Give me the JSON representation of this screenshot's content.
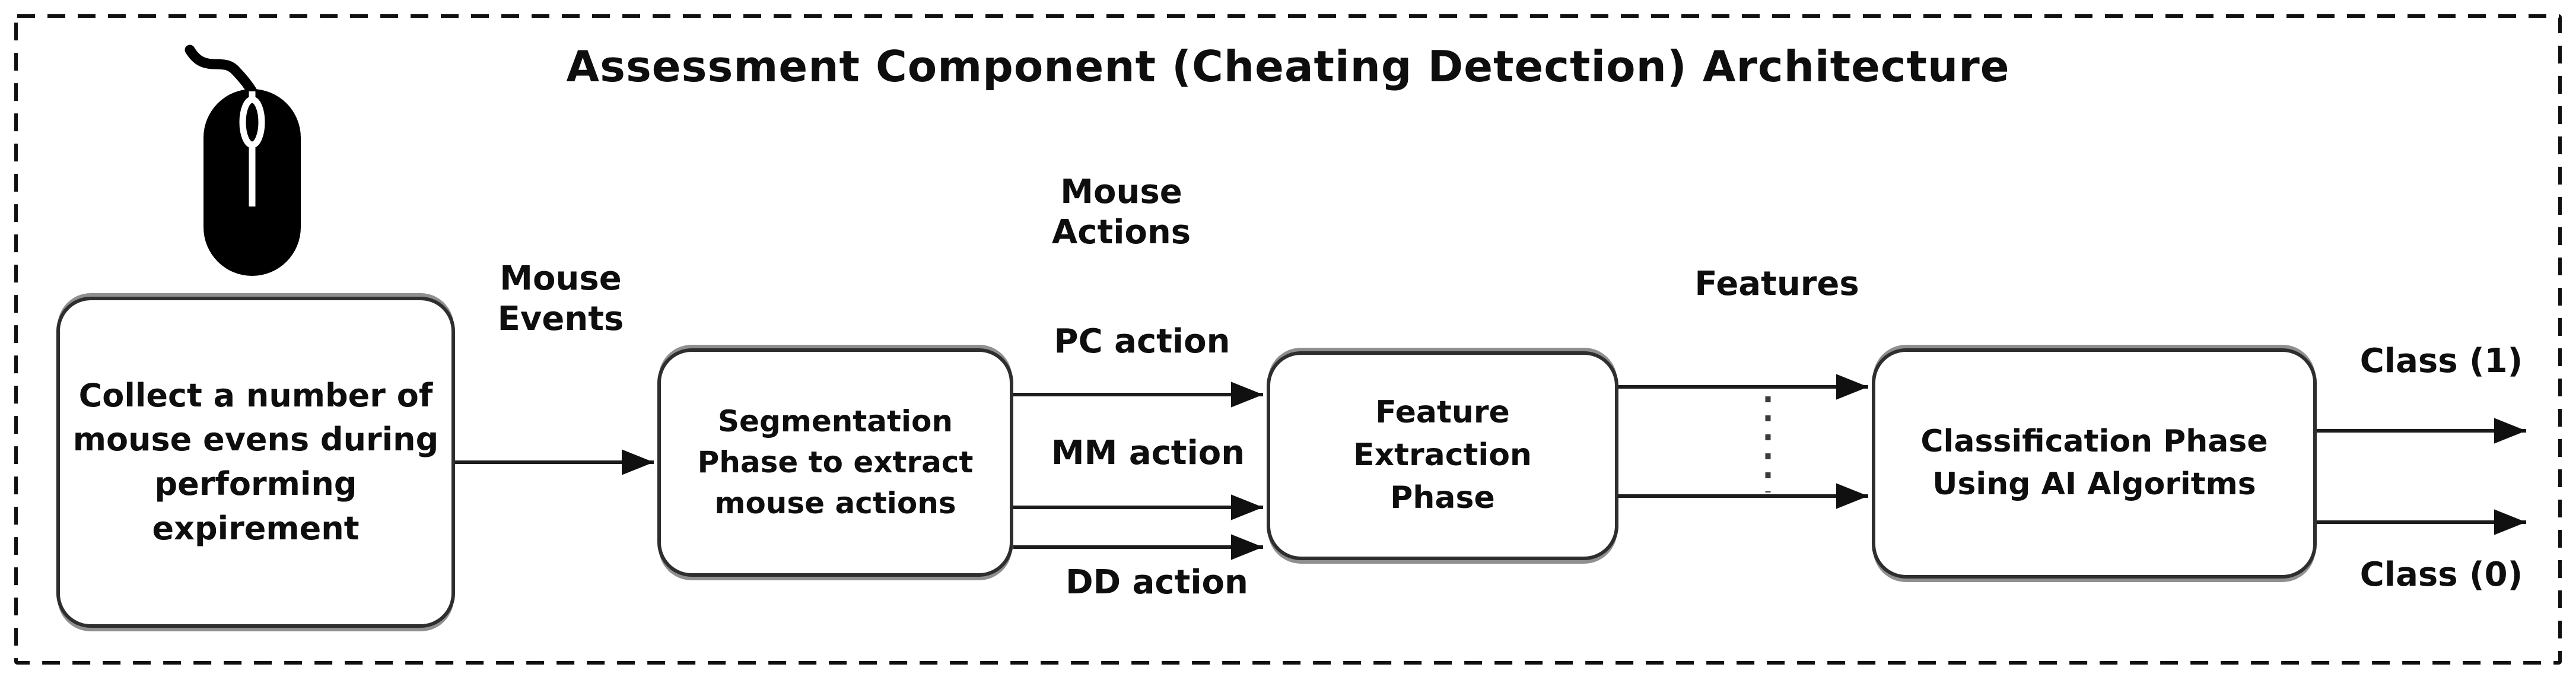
{
  "title": "Assessment Component (Cheating Detection) Architecture",
  "nodes": {
    "collect": {
      "label": "Collect a number of mouse evens during performing expirement"
    },
    "segmentation": {
      "label": "Segmentation Phase to extract mouse actions"
    },
    "feature_extraction": {
      "label": "Feature Extraction Phase"
    },
    "classification": {
      "label": "Classification Phase Using AI Algoritms"
    }
  },
  "edge_labels": {
    "mouse_events": "Mouse Events",
    "mouse_actions": "Mouse Actions",
    "pc_action": "PC action",
    "mm_action": "MM action",
    "dd_action": "DD action",
    "features": "Features",
    "class_one": "Class (1)",
    "class_zero": "Class (0)"
  },
  "icons": {
    "mouse_icon": "computer-mouse"
  },
  "colors": {
    "ink": "#0e0e0e",
    "arrow": "#1c1c1c",
    "box_border": "#2e2e2e",
    "box_shadow_echo": "#8f8f8f",
    "background": "#ffffff"
  }
}
